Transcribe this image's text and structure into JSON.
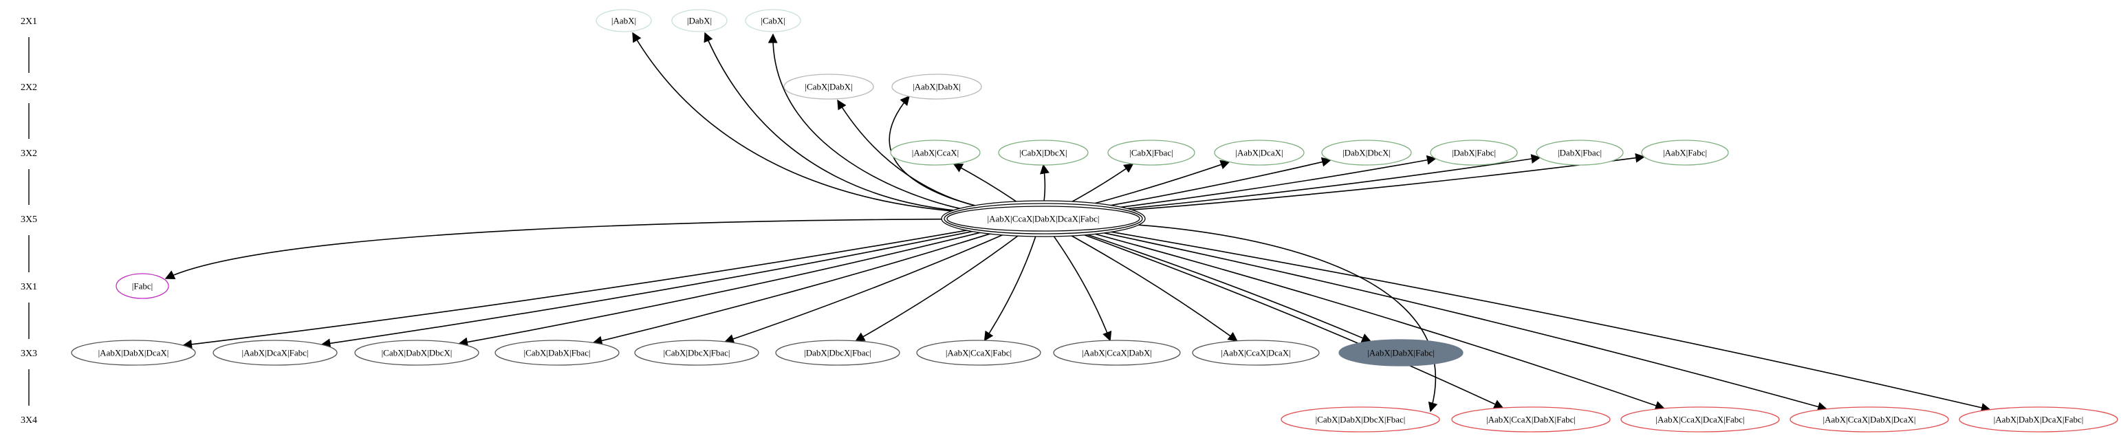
{
  "colors": {
    "background": "#ffffff",
    "edge": "#000000",
    "level_rule": "#000000",
    "group_2x1": "#c8e0d6",
    "group_2x2": "#b8b8b8",
    "group_3x2": "#7fb07f",
    "group_3x5": "#000000",
    "group_3x1": "#c030c0",
    "group_3x3": "#555555",
    "group_3x4": "#e05050",
    "highlight_fill": "#6b7a8a"
  },
  "levels": [
    "2X1",
    "2X2",
    "3X2",
    "3X5",
    "3X1",
    "3X3",
    "3X4"
  ],
  "nodes": [
    {
      "id": "n_aabx",
      "label": "|AabX|",
      "level": "2X1",
      "group": "group_2x1"
    },
    {
      "id": "n_dabx",
      "label": "|DabX|",
      "level": "2X1",
      "group": "group_2x1"
    },
    {
      "id": "n_cabx",
      "label": "|CabX|",
      "level": "2X1",
      "group": "group_2x1"
    },
    {
      "id": "n_cabx_dabx",
      "label": "|CabX|DabX|",
      "level": "2X2",
      "group": "group_2x2"
    },
    {
      "id": "n_aabx_dabx",
      "label": "|AabX|DabX|",
      "level": "2X2",
      "group": "group_2x2"
    },
    {
      "id": "n_aabx_ccax",
      "label": "|AabX|CcaX|",
      "level": "3X2",
      "group": "group_3x2"
    },
    {
      "id": "n_cabx_dbcx",
      "label": "|CabX|DbcX|",
      "level": "3X2",
      "group": "group_3x2"
    },
    {
      "id": "n_cabx_fbac",
      "label": "|CabX|Fbac|",
      "level": "3X2",
      "group": "group_3x2"
    },
    {
      "id": "n_aabx_dcax",
      "label": "|AabX|DcaX|",
      "level": "3X2",
      "group": "group_3x2"
    },
    {
      "id": "n_dabx_dbcx",
      "label": "|DabX|DbcX|",
      "level": "3X2",
      "group": "group_3x2"
    },
    {
      "id": "n_dabx_fabc",
      "label": "|DabX|Fabc|",
      "level": "3X2",
      "group": "group_3x2"
    },
    {
      "id": "n_dabx_fbac",
      "label": "|DabX|Fbac|",
      "level": "3X2",
      "group": "group_3x2"
    },
    {
      "id": "n_aabx_fabc",
      "label": "|AabX|Fabc|",
      "level": "3X2",
      "group": "group_3x2"
    },
    {
      "id": "n_root",
      "label": "|AabX|CcaX|DabX|DcaX|Fabc|",
      "level": "3X5",
      "group": "group_3x5",
      "peripheries": 3
    },
    {
      "id": "n_fabc",
      "label": "|Fabc|",
      "level": "3X1",
      "group": "group_3x1"
    },
    {
      "id": "n_aabx_dabx_dcax",
      "label": "|AabX|DabX|DcaX|",
      "level": "3X3",
      "group": "group_3x3"
    },
    {
      "id": "n_aabx_dcax_fabc",
      "label": "|AabX|DcaX|Fabc|",
      "level": "3X3",
      "group": "group_3x3"
    },
    {
      "id": "n_cabx_dabx_dbcx",
      "label": "|CabX|DabX|DbcX|",
      "level": "3X3",
      "group": "group_3x3"
    },
    {
      "id": "n_cabx_dabx_fbac",
      "label": "|CabX|DabX|Fbac|",
      "level": "3X3",
      "group": "group_3x3"
    },
    {
      "id": "n_cabx_dbcx_fbac",
      "label": "|CabX|DbcX|Fbac|",
      "level": "3X3",
      "group": "group_3x3"
    },
    {
      "id": "n_dabx_dbcx_fbac",
      "label": "|DabX|DbcX|Fbac|",
      "level": "3X3",
      "group": "group_3x3"
    },
    {
      "id": "n_aabx_ccax_fabc",
      "label": "|AabX|CcaX|Fabc|",
      "level": "3X3",
      "group": "group_3x3"
    },
    {
      "id": "n_aabx_ccax_dabx",
      "label": "|AabX|CcaX|DabX|",
      "level": "3X3",
      "group": "group_3x3"
    },
    {
      "id": "n_aabx_ccax_dcax",
      "label": "|AabX|CcaX|DcaX|",
      "level": "3X3",
      "group": "group_3x3"
    },
    {
      "id": "n_aabx_dabx_fabc",
      "label": "|AabX|DabX|Fabc|",
      "level": "3X3",
      "group": "group_3x3",
      "highlight": true
    },
    {
      "id": "n_cabx_dabx_dbcx_fbac",
      "label": "|CabX|DabX|DbcX|Fbac|",
      "level": "3X4",
      "group": "group_3x4"
    },
    {
      "id": "n_aabx_ccax_dabx_fabc",
      "label": "|AabX|CcaX|DabX|Fabc|",
      "level": "3X4",
      "group": "group_3x4"
    },
    {
      "id": "n_aabx_ccax_dcax_fabc",
      "label": "|AabX|CcaX|DcaX|Fabc|",
      "level": "3X4",
      "group": "group_3x4"
    },
    {
      "id": "n_aabx_ccax_dabx_dcax",
      "label": "|AabX|CcaX|DabX|DcaX|",
      "level": "3X4",
      "group": "group_3x4"
    },
    {
      "id": "n_aabx_dabx_dcax_fabc",
      "label": "|AabX|DabX|DcaX|Fabc|",
      "level": "3X4",
      "group": "group_3x4"
    }
  ],
  "edges": [
    {
      "from": "n_root",
      "to": "n_aabx"
    },
    {
      "from": "n_root",
      "to": "n_dabx"
    },
    {
      "from": "n_root",
      "to": "n_cabx"
    },
    {
      "from": "n_root",
      "to": "n_cabx_dabx"
    },
    {
      "from": "n_root",
      "to": "n_aabx_dabx"
    },
    {
      "from": "n_root",
      "to": "n_aabx_ccax"
    },
    {
      "from": "n_root",
      "to": "n_cabx_dbcx"
    },
    {
      "from": "n_root",
      "to": "n_cabx_fbac"
    },
    {
      "from": "n_root",
      "to": "n_aabx_dcax"
    },
    {
      "from": "n_root",
      "to": "n_dabx_dbcx"
    },
    {
      "from": "n_root",
      "to": "n_dabx_fabc"
    },
    {
      "from": "n_root",
      "to": "n_dabx_fbac"
    },
    {
      "from": "n_root",
      "to": "n_aabx_fabc"
    },
    {
      "from": "n_root",
      "to": "n_fabc"
    },
    {
      "from": "n_root",
      "to": "n_aabx_dabx_dcax"
    },
    {
      "from": "n_root",
      "to": "n_aabx_dcax_fabc"
    },
    {
      "from": "n_root",
      "to": "n_cabx_dabx_dbcx"
    },
    {
      "from": "n_root",
      "to": "n_cabx_dabx_fbac"
    },
    {
      "from": "n_root",
      "to": "n_cabx_dbcx_fbac"
    },
    {
      "from": "n_root",
      "to": "n_dabx_dbcx_fbac"
    },
    {
      "from": "n_root",
      "to": "n_aabx_ccax_fabc"
    },
    {
      "from": "n_root",
      "to": "n_aabx_ccax_dabx"
    },
    {
      "from": "n_root",
      "to": "n_aabx_ccax_dcax"
    },
    {
      "from": "n_root",
      "to": "n_aabx_dabx_fabc"
    },
    {
      "from": "n_root",
      "to": "n_cabx_dabx_dbcx_fbac"
    },
    {
      "from": "n_root",
      "to": "n_aabx_ccax_dabx_fabc"
    },
    {
      "from": "n_root",
      "to": "n_aabx_ccax_dcax_fabc"
    },
    {
      "from": "n_root",
      "to": "n_aabx_ccax_dabx_dcax"
    },
    {
      "from": "n_root",
      "to": "n_aabx_dabx_dcax_fabc"
    }
  ]
}
